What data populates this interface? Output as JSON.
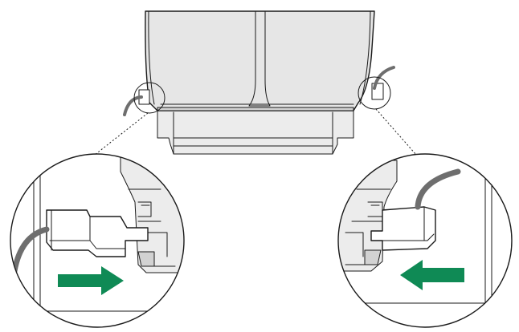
{
  "colors": {
    "arrow": "#0f8a55",
    "cable": "#6e6e6e",
    "body": "#e6e6e6",
    "outline": "#1a1a1a"
  },
  "arrows": [
    {
      "name": "detail-left-arrow-right",
      "direction": "right"
    },
    {
      "name": "detail-right-arrow-left",
      "direction": "left"
    }
  ],
  "callouts": [
    {
      "name": "left-callout",
      "target": "left-connector-detail"
    },
    {
      "name": "right-callout",
      "target": "right-connector-detail"
    }
  ]
}
